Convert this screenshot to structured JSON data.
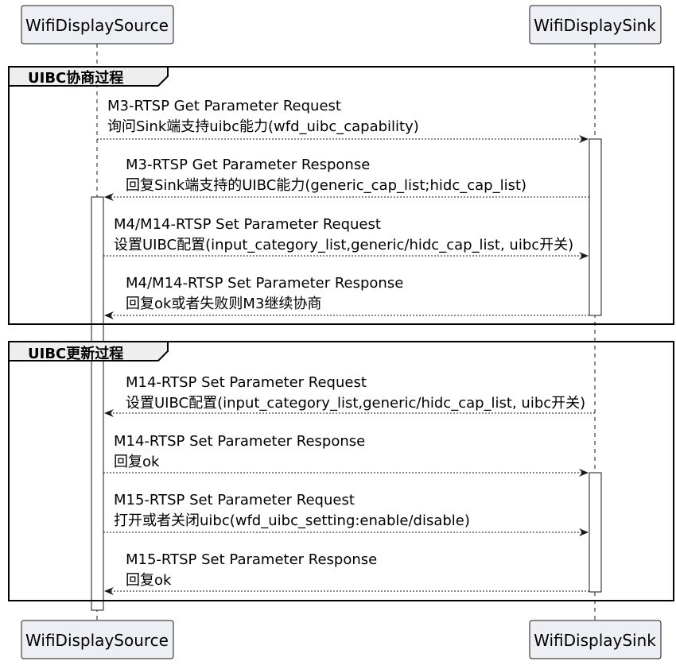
{
  "participants": {
    "source": "WifiDisplaySource",
    "sink": "WifiDisplaySink"
  },
  "groups": [
    {
      "title": "UIBC协商过程"
    },
    {
      "title": "UIBC更新过程"
    }
  ],
  "messages": [
    {
      "line1": "M3-RTSP Get Parameter Request",
      "line2": "询问Sink端支持uibc能力(wfd_uibc_capability)"
    },
    {
      "line1": "M3-RTSP Get Parameter Response",
      "line2": "回复Sink端支持的UIBC能力(generic_cap_list;hidc_cap_list)"
    },
    {
      "line1": "M4/M14-RTSP Set Parameter Request",
      "line2": "设置UIBC配置(input_category_list,generic/hidc_cap_list, uibc开关)"
    },
    {
      "line1": "M4/M14-RTSP Set Parameter Response",
      "line2": "回复ok或者失败则M3继续协商"
    },
    {
      "line1": "M14-RTSP Set Parameter Request",
      "line2": "设置UIBC配置(input_category_list,generic/hidc_cap_list, uibc开关)"
    },
    {
      "line1": "M14-RTSP Set Parameter Response",
      "line2": "回复ok"
    },
    {
      "line1": "M15-RTSP Set Parameter Request",
      "line2": "打开或者关闭uibc(wfd_uibc_setting:enable/disable)"
    },
    {
      "line1": "M15-RTSP Set Parameter Response",
      "line2": "回复ok"
    }
  ]
}
